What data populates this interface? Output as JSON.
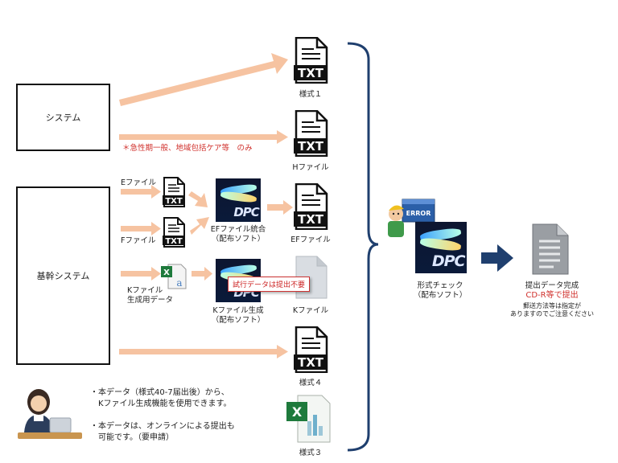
{
  "systems": {
    "system_label": "システム",
    "core_system_label": "基幹システム"
  },
  "notes": {
    "h_file_note": "＊急性期一般、地域包括ケア等　のみ",
    "trial_data_note": "試行データは提出不要"
  },
  "inputs": {
    "e_file": "Eファイル",
    "f_file": "Fファイル",
    "k_file_data_line1": "Kファイル",
    "k_file_data_line2": "生成用データ"
  },
  "tools": {
    "ef_merge_line1": "EFファイル統合",
    "ef_merge_line2": "（配布ソフト）",
    "k_gen_line1": "Kファイル生成",
    "k_gen_line2": "（配布ソフト）",
    "check_line1": "形式チェック",
    "check_line2": "（配布ソフト）"
  },
  "outputs": {
    "form1": "様式１",
    "h_file": "Hファイル",
    "ef_file": "EFファイル",
    "k_file": "Kファイル",
    "form4": "様式４",
    "form3": "様式３"
  },
  "submission": {
    "complete": "提出データ完成",
    "cdr": "CD-R等で提出",
    "method_line1": "郵送方法等は指定が",
    "method_line2": "ありますのでご注意ください"
  },
  "info": {
    "line1": "・本データ（様式40-7届出後）から、",
    "line2": "　Kファイル生成機能を使用できます。",
    "line3": "・本データは、オンラインによる提出も",
    "line4": "　可能です。（要申請）"
  },
  "icons": {
    "txt_text": "TXT",
    "dpc_text": "DPC",
    "error_text": "ERROR"
  },
  "colors": {
    "arrow": "#f6c3a1",
    "dark_arrow": "#1f3f6e",
    "brace": "#1f3f6e",
    "accent_red": "#d0312d"
  }
}
